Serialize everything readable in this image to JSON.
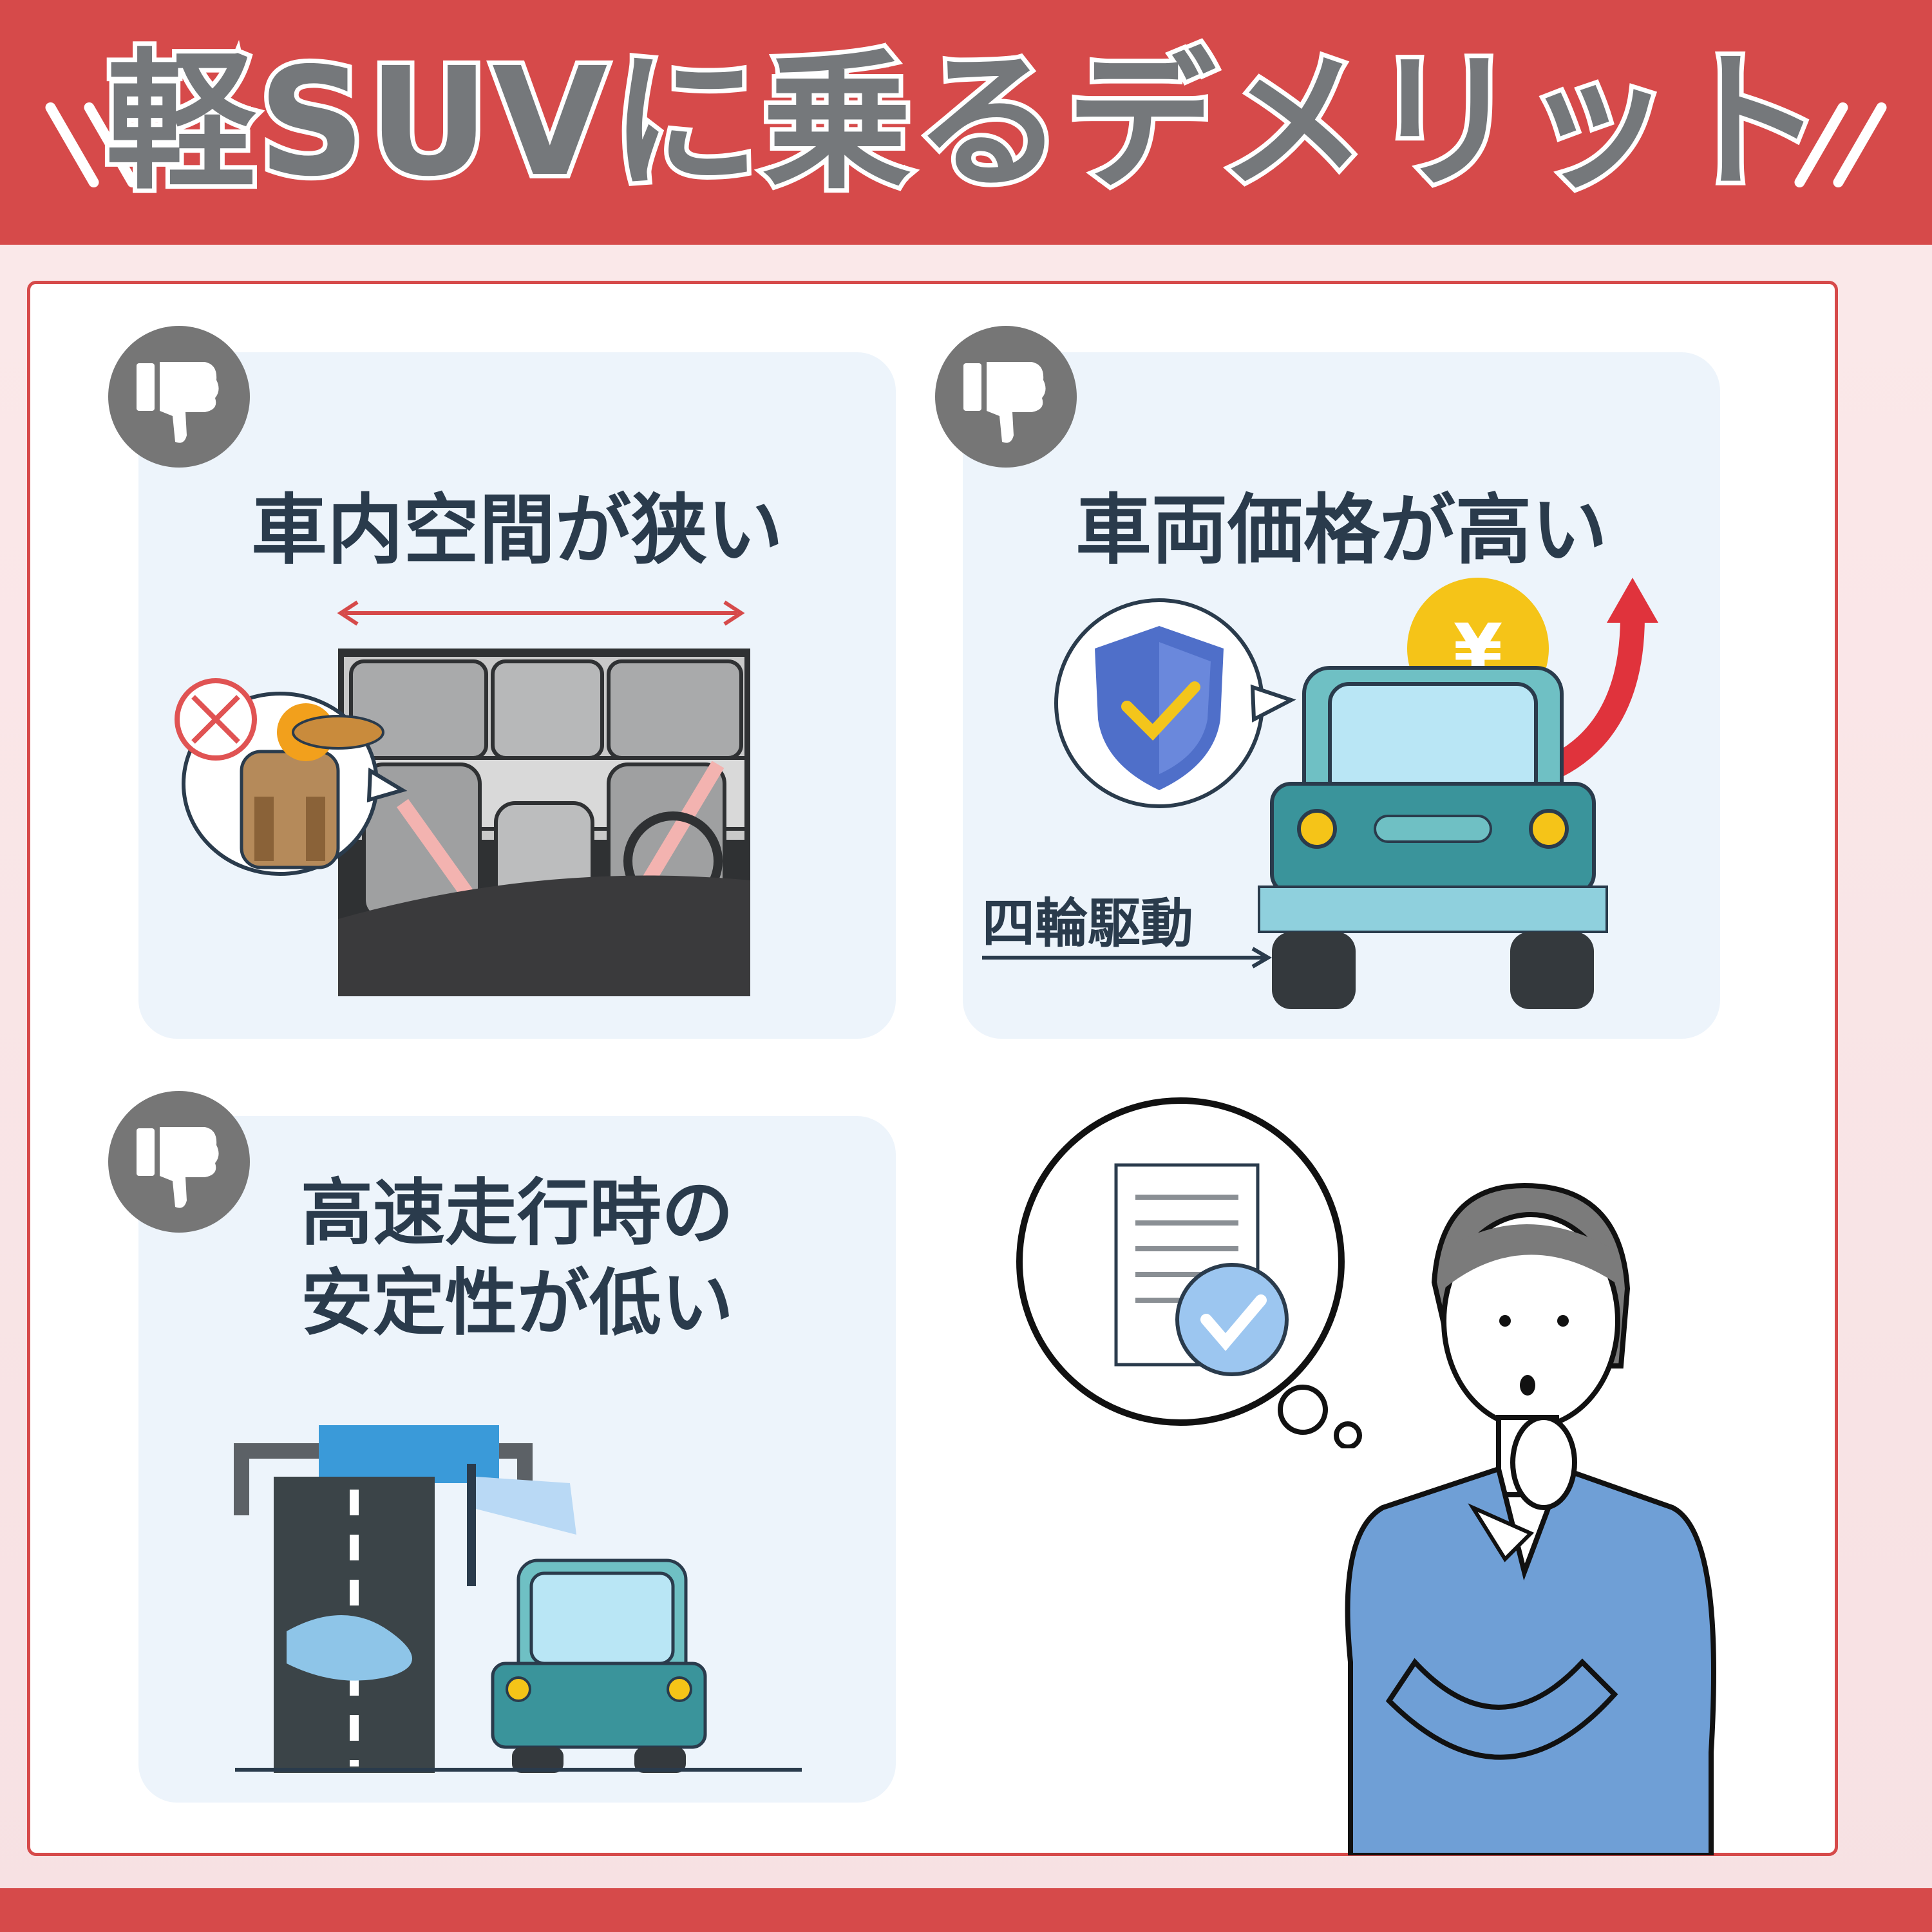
{
  "header": {
    "title": "軽SUVに乗るデメリット"
  },
  "cards": [
    {
      "title": "車内空間が狭い",
      "icon": "thumbs-down-icon"
    },
    {
      "title": "車両価格が高い",
      "icon": "thumbs-down-icon",
      "tag": "四輪駆動",
      "price_symbol": "¥"
    },
    {
      "title_line1": "高速走行時の",
      "title_line2": "安定性が低い",
      "icon": "thumbs-down-icon"
    }
  ],
  "colors": {
    "header": "#d64a4a",
    "title_fill": "#75787b",
    "card_bg": "#edf4fb",
    "badge": "#767676",
    "text_dark": "#2a3b4c"
  }
}
